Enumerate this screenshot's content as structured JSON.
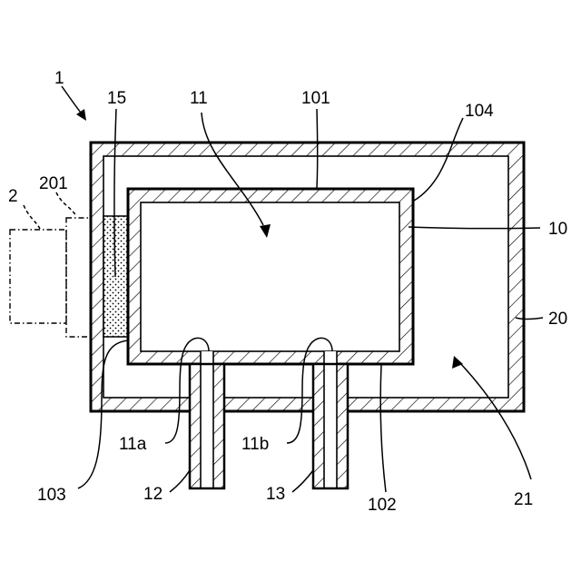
{
  "labels": {
    "device": "1",
    "external_unit": "2",
    "external_unit_part": "201",
    "window": "15",
    "inner_space": "11",
    "top_wall": "101",
    "corner": "104",
    "inner_container": "10",
    "outer_container": "20",
    "outer_space": "21",
    "port_a": "11a",
    "port_b": "11b",
    "pipe_left": "12",
    "pipe_right": "13",
    "side_wall": "103",
    "bottom_wall": "102"
  }
}
